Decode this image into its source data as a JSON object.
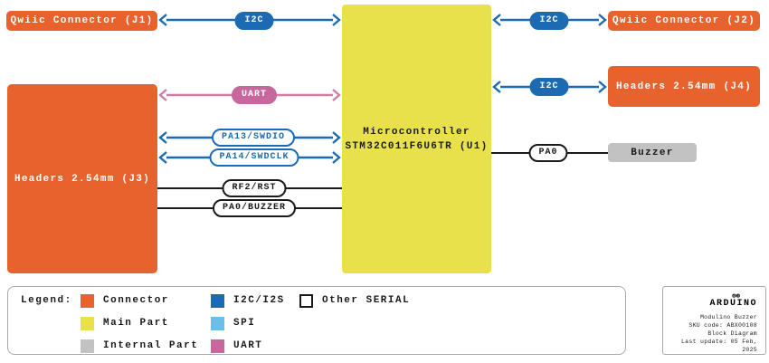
{
  "colors": {
    "connector_orange": "#E8622D",
    "main_part_yellow": "#E9E14B",
    "internal_part_gray": "#C2C2C2",
    "i2c_blue": "#1C6BB2",
    "spi_light_blue": "#6CBDE9",
    "uart_pink": "#C8679D",
    "other_serial_white": "#FFFFFF"
  },
  "diagram": {
    "blocks": {
      "j1": "Qwiic Connector (J1)",
      "j2": "Qwiic Connector (J2)",
      "j3": "Headers 2.54mm (J3)",
      "j4": "Headers 2.54mm (J4)",
      "u1_line1": "Microcontroller",
      "u1_line2": "STM32C011F6U6TR (U1)",
      "buzzer": "Buzzer"
    },
    "pills": {
      "i2c_j1": "I2C",
      "i2c_j2": "I2C",
      "i2c_j4": "I2C",
      "uart": "UART",
      "pa13": "PA13/SWDIO",
      "pa14": "PA14/SWDCLK",
      "rf2": "RF2/RST",
      "pa0_buzzer": "PA0/BUZZER",
      "pa0": "PA0"
    }
  },
  "legend": {
    "title": "Legend:",
    "items": [
      {
        "label": "Connector",
        "color": "#E8622D"
      },
      {
        "label": "Main Part",
        "color": "#E9E14B"
      },
      {
        "label": "Internal Part",
        "color": "#C2C2C2"
      },
      {
        "label": "I2C/I2S",
        "color": "#1C6BB2"
      },
      {
        "label": "SPI",
        "color": "#6CBDE9"
      },
      {
        "label": "UART",
        "color": "#C8679D"
      },
      {
        "label": "Other SERIAL",
        "color": "#FFFFFF"
      }
    ]
  },
  "footer": {
    "brand_name": "ARDUINO",
    "trademark": "®",
    "product": "Modulino Buzzer",
    "sku": "SKU code: ABX00108",
    "doc_type": "Block Diagram",
    "last_update": "Last update: 05 Feb, 2025"
  }
}
